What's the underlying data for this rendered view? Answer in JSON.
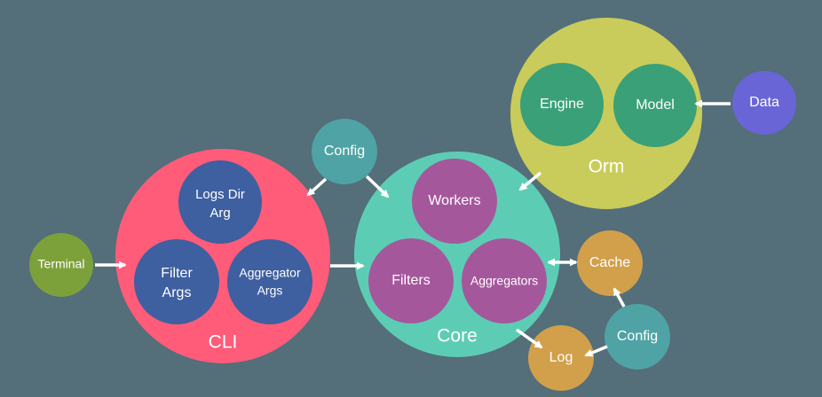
{
  "colors": {
    "background": "#546e7a",
    "cli": "#ff5c7a",
    "core": "#5ccdb4",
    "orm": "#c9cc5a",
    "arg_node": "#3e5fa0",
    "core_node": "#a5579c",
    "orm_node": "#3aa078",
    "config": "#4fa3a5",
    "cache": "#d2a04a",
    "terminal": "#7da13a",
    "data": "#6a65d6",
    "arrow": "#ffffff"
  },
  "groups": {
    "cli": "CLI",
    "core": "Core",
    "orm": "Orm"
  },
  "nodes": {
    "logs_dir_arg": [
      "Logs Dir",
      "Arg"
    ],
    "filter_args": [
      "Filter",
      "Args"
    ],
    "aggregator_args": [
      "Aggregator",
      "Args"
    ],
    "workers": "Workers",
    "filters": "Filters",
    "aggregators": "Aggregators",
    "engine": "Engine",
    "model": "Model",
    "data": "Data",
    "config_top": "Config",
    "config_bottom": "Config",
    "terminal": "Terminal",
    "cache": "Cache",
    "log": "Log"
  }
}
